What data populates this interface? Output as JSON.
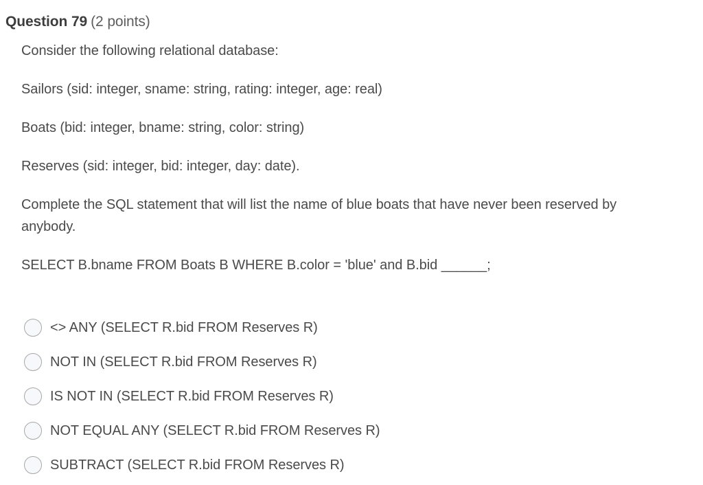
{
  "header": {
    "title": "Question 79",
    "points": "(2 points)"
  },
  "body": {
    "paragraphs": [
      "Consider the following relational database:",
      "Sailors (sid: integer, sname: string, rating: integer, age: real)",
      "Boats (bid: integer, bname: string, color: string)",
      "Reserves (sid: integer, bid: integer, day: date).",
      "Complete the SQL statement that will list the name of blue boats that have never been reserved by anybody."
    ],
    "sql_statement": "SELECT B.bname FROM Boats B WHERE B.color = 'blue' and B.bid ______;"
  },
  "options": [
    {
      "label": "<> ANY (SELECT R.bid FROM Reserves R)",
      "selected": false
    },
    {
      "label": "NOT IN (SELECT R.bid FROM Reserves R)",
      "selected": false
    },
    {
      "label": "IS NOT IN (SELECT R.bid FROM Reserves R)",
      "selected": false
    },
    {
      "label": "NOT EQUAL ANY (SELECT R.bid FROM Reserves R)",
      "selected": false
    },
    {
      "label": "SUBTRACT (SELECT R.bid FROM Reserves R)",
      "selected": false
    }
  ],
  "colors": {
    "background": "#ffffff",
    "text": "#4a4a4a",
    "heading": "#3d3d3d",
    "radio_border": "#a7a7a7",
    "radio_fill": "#f7f8fc"
  }
}
